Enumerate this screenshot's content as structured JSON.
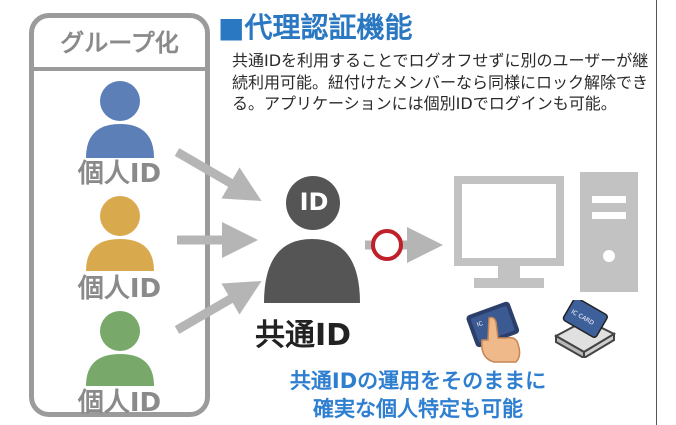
{
  "group": {
    "title": "グループ化"
  },
  "users": [
    {
      "label": "個人ID",
      "color": "#5b7fb6"
    },
    {
      "label": "個人ID",
      "color": "#d9a94e"
    },
    {
      "label": "個人ID",
      "color": "#78a86a"
    }
  ],
  "feature": {
    "title": "■代理認証機能",
    "description": "共通IDを利用することでログオフせずに別のユーザーが継続利用可能。紐付けたメンバーなら同様にロック解除できる。アプリケーションには個別IDでログインも可能。"
  },
  "shared": {
    "badge": "ID",
    "label": "共通ID",
    "color": "#555555"
  },
  "cards": {
    "card1": "IC",
    "card2": "IC CARD"
  },
  "message": {
    "line1": "共通IDの運用をそのままに",
    "line2": "確実な個人特定も可能"
  },
  "colors": {
    "arrow": "#b5b5b5",
    "circle": "#c0202a",
    "computer": "#c2c2c2"
  }
}
